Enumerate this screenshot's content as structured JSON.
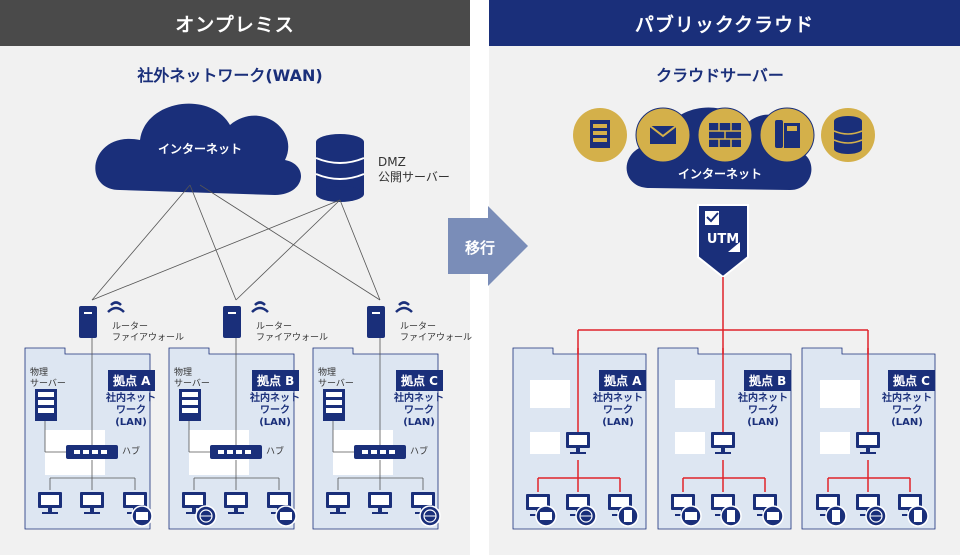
{
  "left": {
    "title": "オンプレミス",
    "wan_label": "社外ネットワーク(WAN)",
    "cloud_label": "インターネット",
    "dmz_label_1": "DMZ",
    "dmz_label_2": "公開サーバー",
    "router_label_1": "ルーター",
    "router_label_2": "ファイアウォール",
    "server_label_1": "物理",
    "server_label_2": "サーバー",
    "hub_label": "ハブ",
    "lan_1": "社内ネット",
    "lan_2": "ワーク",
    "lan_3": "(LAN)",
    "branches": [
      "拠点 A",
      "拠点 B",
      "拠点 C"
    ]
  },
  "middle": {
    "migrate_label": "移行"
  },
  "right": {
    "title": "パブリッククラウド",
    "cloud_server_label": "クラウドサーバー",
    "cloud_label": "インターネット",
    "utm_label": "UTM",
    "lan_1": "社内ネット",
    "lan_2": "ワーク",
    "lan_3": "(LAN)",
    "branches": [
      "拠点 A",
      "拠点 B",
      "拠点 C"
    ]
  },
  "colors": {
    "navy": "#1a2f7a",
    "gold": "#d4b04a",
    "red": "#e0232a",
    "header_dark": "#4a4a4a",
    "light_blue": "#dde6f2"
  },
  "icons": [
    "server-icon",
    "mail-icon",
    "firewall-icon",
    "phone-icon",
    "database-icon",
    "monitor-icon",
    "globe-icon",
    "document-icon",
    "router-icon",
    "wifi-icon",
    "hub-icon",
    "utm-shield-icon",
    "cloud-icon"
  ]
}
